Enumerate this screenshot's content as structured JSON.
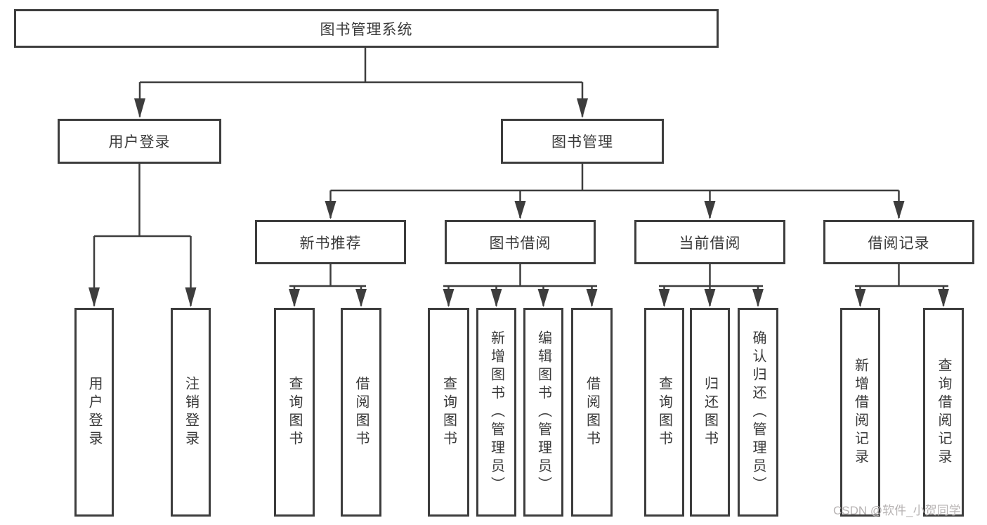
{
  "diagram": {
    "root": {
      "label": "图书管理系统"
    },
    "branches": [
      {
        "label": "用户登录",
        "children": [
          {
            "label": "用户登录"
          },
          {
            "label": "注销登录"
          }
        ]
      },
      {
        "label": "图书管理",
        "children": [
          {
            "label": "新书推荐",
            "children": [
              {
                "label": "查询图书"
              },
              {
                "label": "借阅图书"
              }
            ]
          },
          {
            "label": "图书借阅",
            "children": [
              {
                "label": "查询图书"
              },
              {
                "label": "新增图书（管理员）"
              },
              {
                "label": "编辑图书（管理员）"
              },
              {
                "label": "借阅图书"
              }
            ]
          },
          {
            "label": "当前借阅",
            "children": [
              {
                "label": "查询图书"
              },
              {
                "label": "归还图书"
              },
              {
                "label": "确认归还（管理员）"
              }
            ]
          },
          {
            "label": "借阅记录",
            "children": [
              {
                "label": "新增借阅记录"
              },
              {
                "label": "查询借阅记录"
              }
            ]
          }
        ]
      }
    ],
    "watermark": "CSDN @软件_小贺同学",
    "colors": {
      "line": "#3d3d3d",
      "text": "#3a3a3a",
      "background": "#ffffff",
      "watermark": "#b7b3b3"
    }
  }
}
